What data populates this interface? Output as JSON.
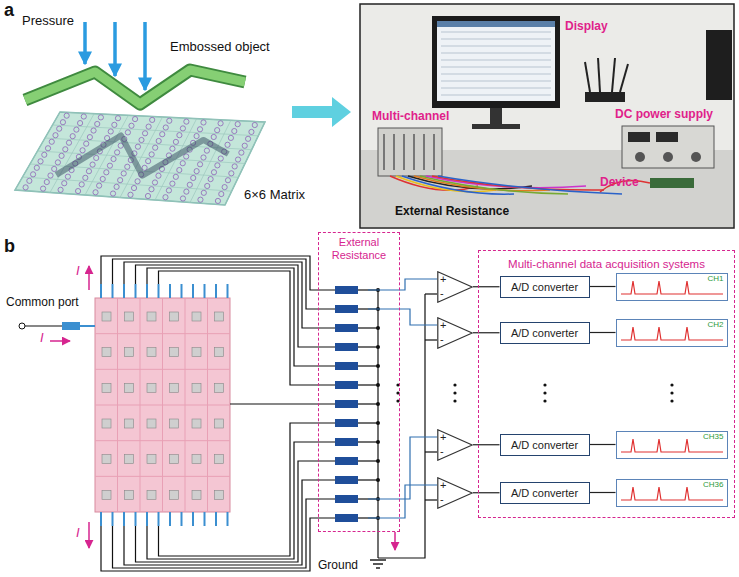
{
  "diagram": {
    "nodes": [
      {
        "text": [
          "External Resistance"
        ]
      },
      {
        "text": [
          "+",
          "-"
        ]
      },
      {
        "text": [
          "+",
          "-"
        ]
      },
      {
        "text": [
          "+",
          "-"
        ]
      },
      {
        "text": [
          "+",
          "-"
        ]
      },
      {
        "text": [
          "Multi-channel data acquisition systems"
        ]
      },
      {
        "text": [
          "A/D converter"
        ],
        "in": 5
      },
      {
        "text": [
          "A/D converter"
        ],
        "in": 5
      },
      {
        "text": [
          "A/D converter"
        ],
        "in": 5
      },
      {
        "text": [
          "A/D converter"
        ],
        "in": 5
      },
      {
        "text": [
          "CH1"
        ],
        "in": 5
      },
      {
        "text": [
          "CH2"
        ],
        "in": 5
      },
      {
        "text": [
          "CH35"
        ],
        "in": 5
      },
      {
        "text": [
          "CH36"
        ],
        "in": 5
      }
    ],
    "edges": [
      {
        "from": 1,
        "to": 6,
        "arrow": "none"
      },
      {
        "from": 2,
        "to": 7,
        "arrow": "none"
      },
      {
        "from": 3,
        "to": 8,
        "arrow": "none"
      },
      {
        "from": 4,
        "to": 9,
        "arrow": "none"
      },
      {
        "from": 6,
        "to": 10,
        "arrow": "none"
      },
      {
        "from": 7,
        "to": 11,
        "arrow": "none"
      },
      {
        "from": 8,
        "to": 12,
        "arrow": "none"
      },
      {
        "from": 9,
        "to": 13,
        "arrow": "none"
      }
    ],
    "labels": [
      "a",
      "Pressure",
      "Embossed object",
      "6×6 Matrix",
      "Display",
      "Multi-channel",
      "DC power supply",
      "Device",
      "External Resistance",
      "b",
      "Common port",
      "I",
      "I",
      "I",
      "Ground"
    ]
  }
}
